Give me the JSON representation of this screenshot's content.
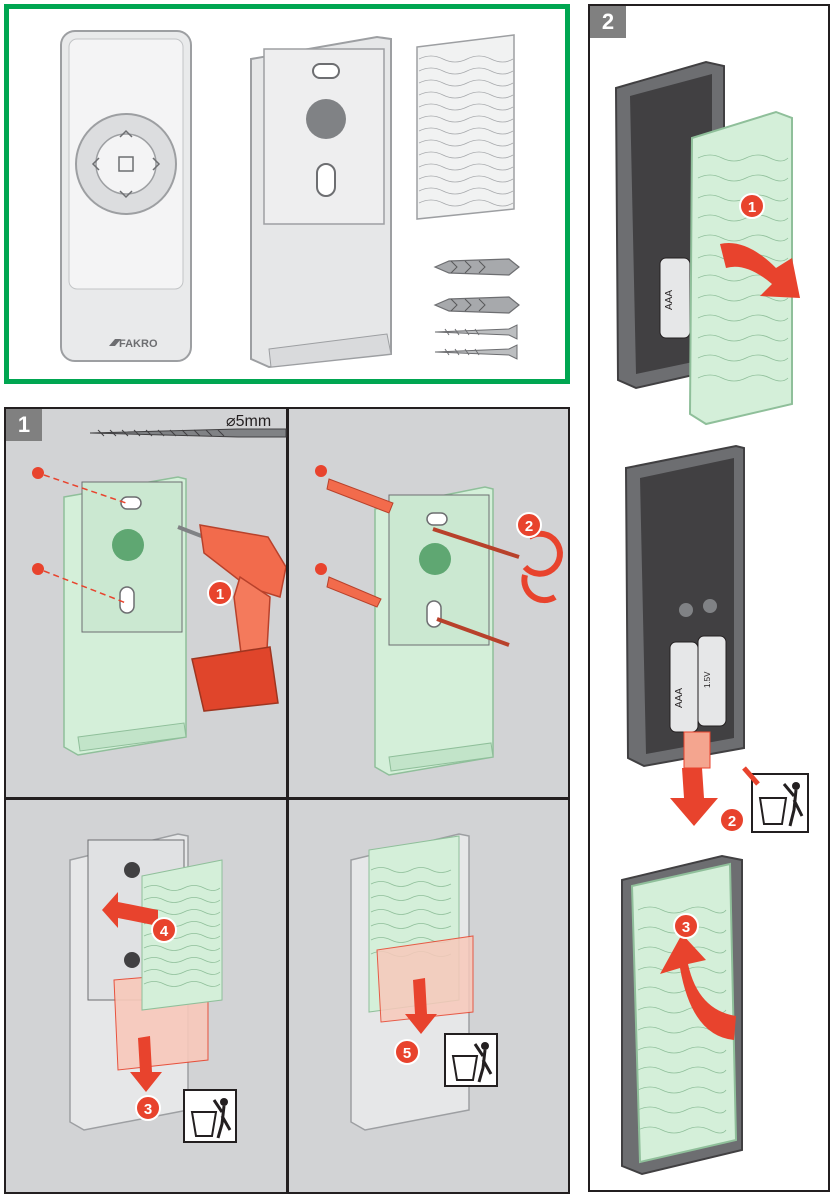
{
  "contents": {
    "brand": "FAKRO"
  },
  "section1": {
    "number": "1",
    "drill_bit_label": "⌀5mm",
    "steps": [
      "1",
      "2",
      "3",
      "4",
      "5"
    ]
  },
  "section2": {
    "number": "2",
    "steps": [
      "1",
      "2",
      "3"
    ],
    "battery_label": "AAA",
    "battery_sub": "1.5V"
  },
  "colors": {
    "border_green": "#00a651",
    "accent_red": "#e8432d",
    "panel_gray": "#d2d3d5",
    "plate_green": "#d4efd9",
    "section_label_gray": "#808080"
  },
  "icons": [
    "trash-bin-icon"
  ]
}
